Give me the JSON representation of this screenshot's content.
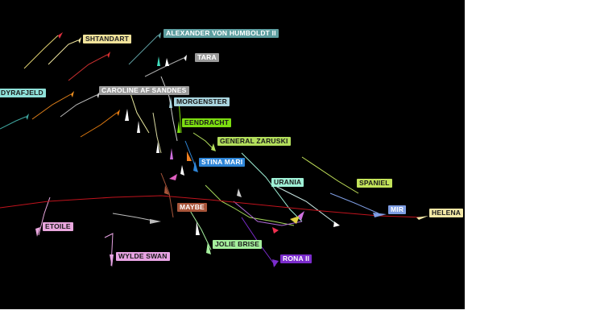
{
  "map": {
    "background": "#000000",
    "vessels": [
      {
        "name": "SHTANDART",
        "bg": "#f0e29a",
        "fg": "#222222"
      },
      {
        "name": "ALEXANDER VON HUMBOLDT II",
        "bg": "#5d9ea0",
        "fg": "#ffffff"
      },
      {
        "name": "TARA",
        "bg": "#9a9a9a",
        "fg": "#ffffff"
      },
      {
        "name": "DYRAFJELD",
        "bg": "#8fe1d9",
        "fg": "#1a1a1a"
      },
      {
        "name": "CAROLINE AF SANDNES",
        "bg": "#9b9b9b",
        "fg": "#ffffff"
      },
      {
        "name": "MORGENSTER",
        "bg": "#a9d5df",
        "fg": "#1a1a1a"
      },
      {
        "name": "EENDRACHT",
        "bg": "#7cdd10",
        "fg": "#1a1a1a"
      },
      {
        "name": "GENERAL ZARUSKI",
        "bg": "#b3de5c",
        "fg": "#1a1a1a"
      },
      {
        "name": "STINA MARI",
        "bg": "#2f86d8",
        "fg": "#ffffff"
      },
      {
        "name": "URANIA",
        "bg": "#9ff0d6",
        "fg": "#1a1a1a"
      },
      {
        "name": "SPANIEL",
        "bg": "#c3e35a",
        "fg": "#1a1a1a"
      },
      {
        "name": "MIR",
        "bg": "#7e9de3",
        "fg": "#ffffff"
      },
      {
        "name": "HELENA",
        "bg": "#f2e7a6",
        "fg": "#1a1a1a"
      },
      {
        "name": "MAYBE",
        "bg": "#a8553a",
        "fg": "#ffffff"
      },
      {
        "name": "ETOILE",
        "bg": "#e9a7de",
        "fg": "#1a1a1a"
      },
      {
        "name": "JOLIE BRISE",
        "bg": "#a5ef9d",
        "fg": "#1a1a1a"
      },
      {
        "name": "WYLDE SWAN",
        "bg": "#e7a3e3",
        "fg": "#1a1a1a"
      },
      {
        "name": "RONA II",
        "bg": "#7b2ccc",
        "fg": "#ffffff"
      }
    ]
  }
}
